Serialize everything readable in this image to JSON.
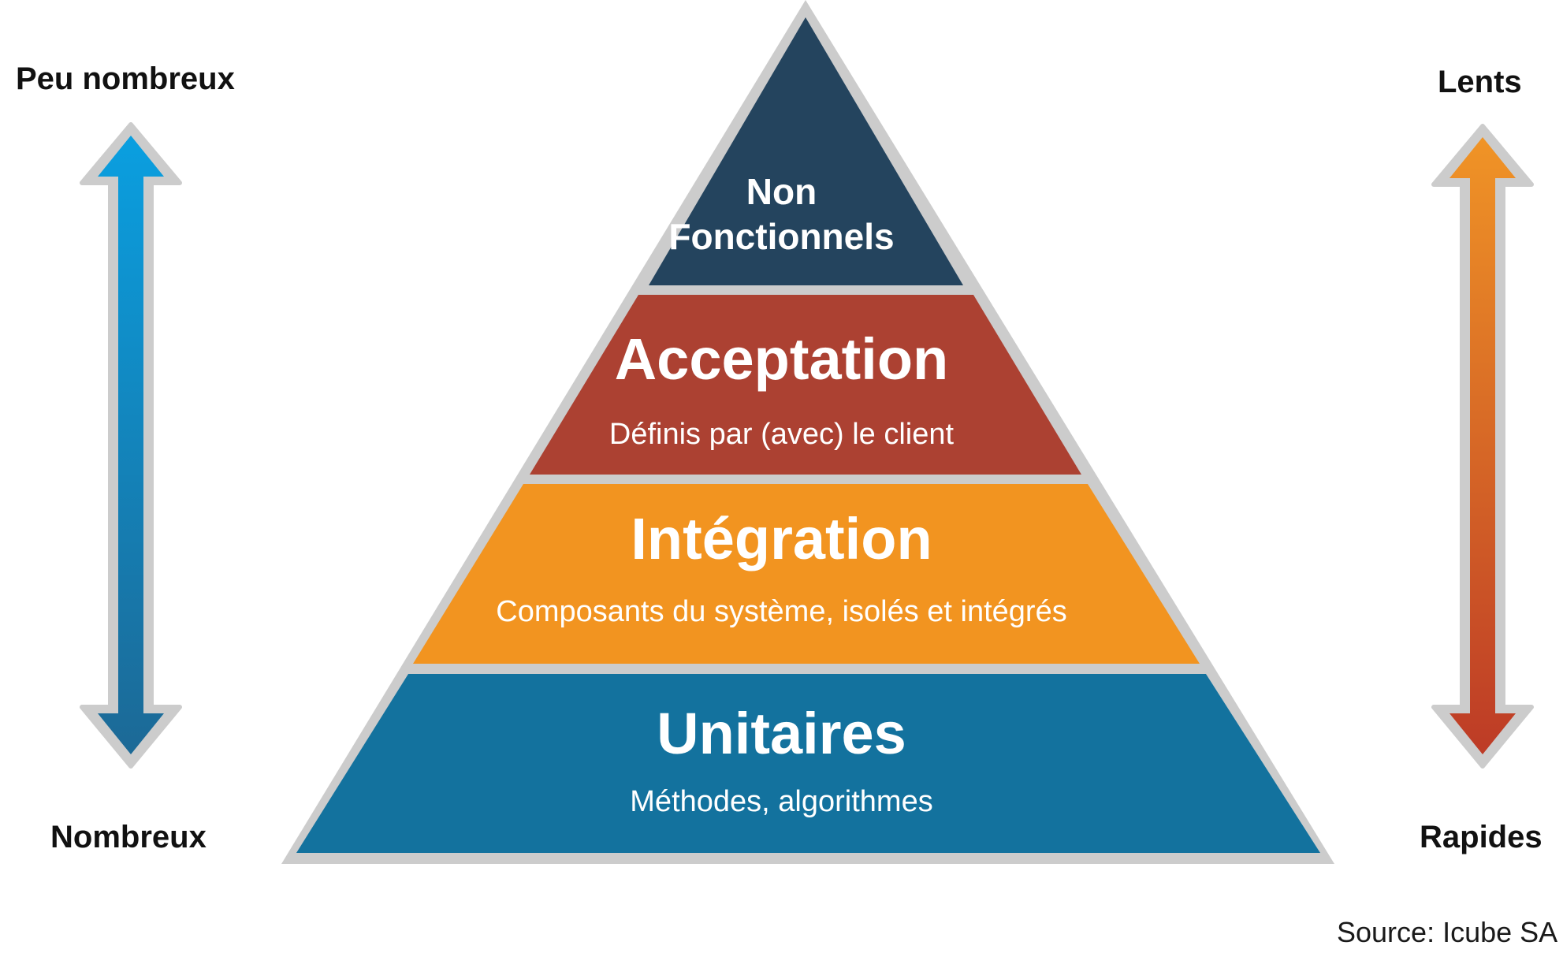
{
  "pyramid": {
    "tiers": [
      {
        "title_line1": "Non",
        "title_line2": "Fonctionnels",
        "color": "#24445e"
      },
      {
        "title": "Acceptation",
        "subtitle": "Définis par (avec) le client",
        "color": "#ac4132"
      },
      {
        "title": "Intégration",
        "subtitle": "Composants du système, isolés et intégrés",
        "color": "#f29420"
      },
      {
        "title": "Unitaires",
        "subtitle": "Méthodes, algorithmes",
        "color": "#13729e"
      }
    ],
    "border_color": "#cccccc"
  },
  "left_axis": {
    "top_label": "Peu nombreux",
    "bottom_label": "Nombreux",
    "gradient_top": "#0a9fe0",
    "gradient_bottom": "#1c6996"
  },
  "right_axis": {
    "top_label": "Lents",
    "bottom_label": "Rapides",
    "gradient_top": "#f09426",
    "gradient_bottom": "#bd3b26"
  },
  "source": "Source: Icube SA"
}
